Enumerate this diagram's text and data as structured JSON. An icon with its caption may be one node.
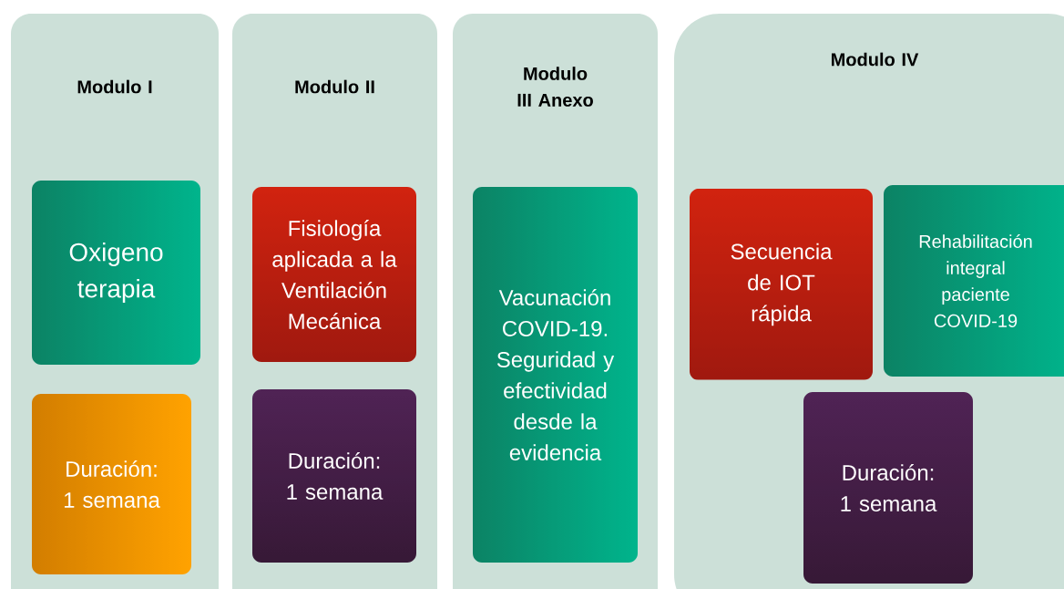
{
  "diagram": {
    "nodes": [
      {
        "text": [
          "Modulo I"
        ]
      },
      {
        "text": [
          "Oxigeno terapia"
        ],
        "in": 0
      },
      {
        "text": [
          "Duración: 1 semana"
        ],
        "in": 0
      },
      {
        "text": [
          "Modulo II"
        ]
      },
      {
        "text": [
          "Fisiología aplicada a la Ventilación Mecánica"
        ],
        "in": 3
      },
      {
        "text": [
          "Duración: 1 semana"
        ],
        "in": 3
      },
      {
        "text": [
          "Modulo III Anexo"
        ]
      },
      {
        "text": [
          "Vacunación COVID-19. Seguridad y efectividad desde la evidencia"
        ],
        "in": 6
      },
      {
        "text": [
          "Modulo IV"
        ]
      },
      {
        "text": [
          "Secuencia de IOT rápida"
        ],
        "in": 8
      },
      {
        "text": [
          "Rehabilitación integral paciente COVID-19"
        ],
        "in": 8
      },
      {
        "text": [
          "Duración: 1 semana"
        ],
        "in": 8
      }
    ]
  }
}
